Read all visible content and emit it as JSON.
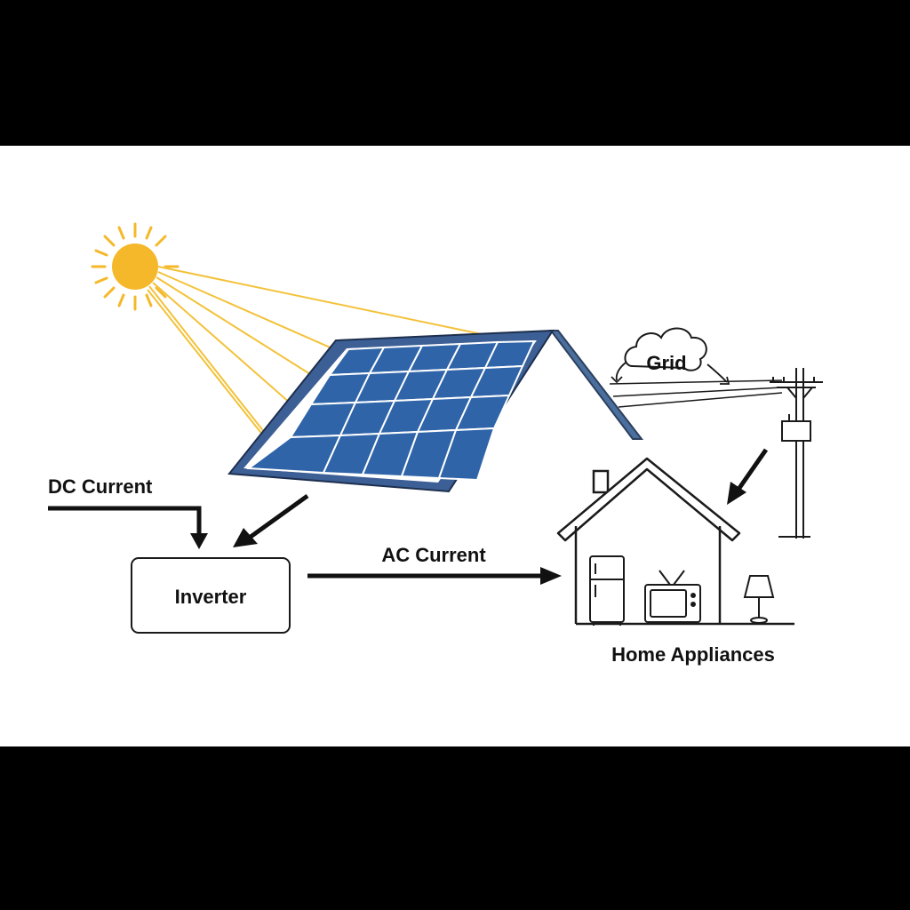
{
  "labels": {
    "dc_current": "DC Current",
    "ac_current": "AC Current",
    "inverter": "Inverter",
    "grid": "Grid",
    "home_appliances": "Home Appliances"
  },
  "colors": {
    "sun": "#f5b82a",
    "sun_rays": "#f3c23a",
    "panel_cell": "#2f64a8",
    "panel_frame": "#3c5f96",
    "roof": "#4a6f9e",
    "outline": "#1a1a1a",
    "frame_bars": "#000000",
    "background": "#ffffff"
  },
  "icons": [
    "sun-icon",
    "solar-panel-icon",
    "cloud-icon",
    "utility-pole-icon",
    "house-icon",
    "refrigerator-icon",
    "tv-icon",
    "lamp-icon"
  ]
}
